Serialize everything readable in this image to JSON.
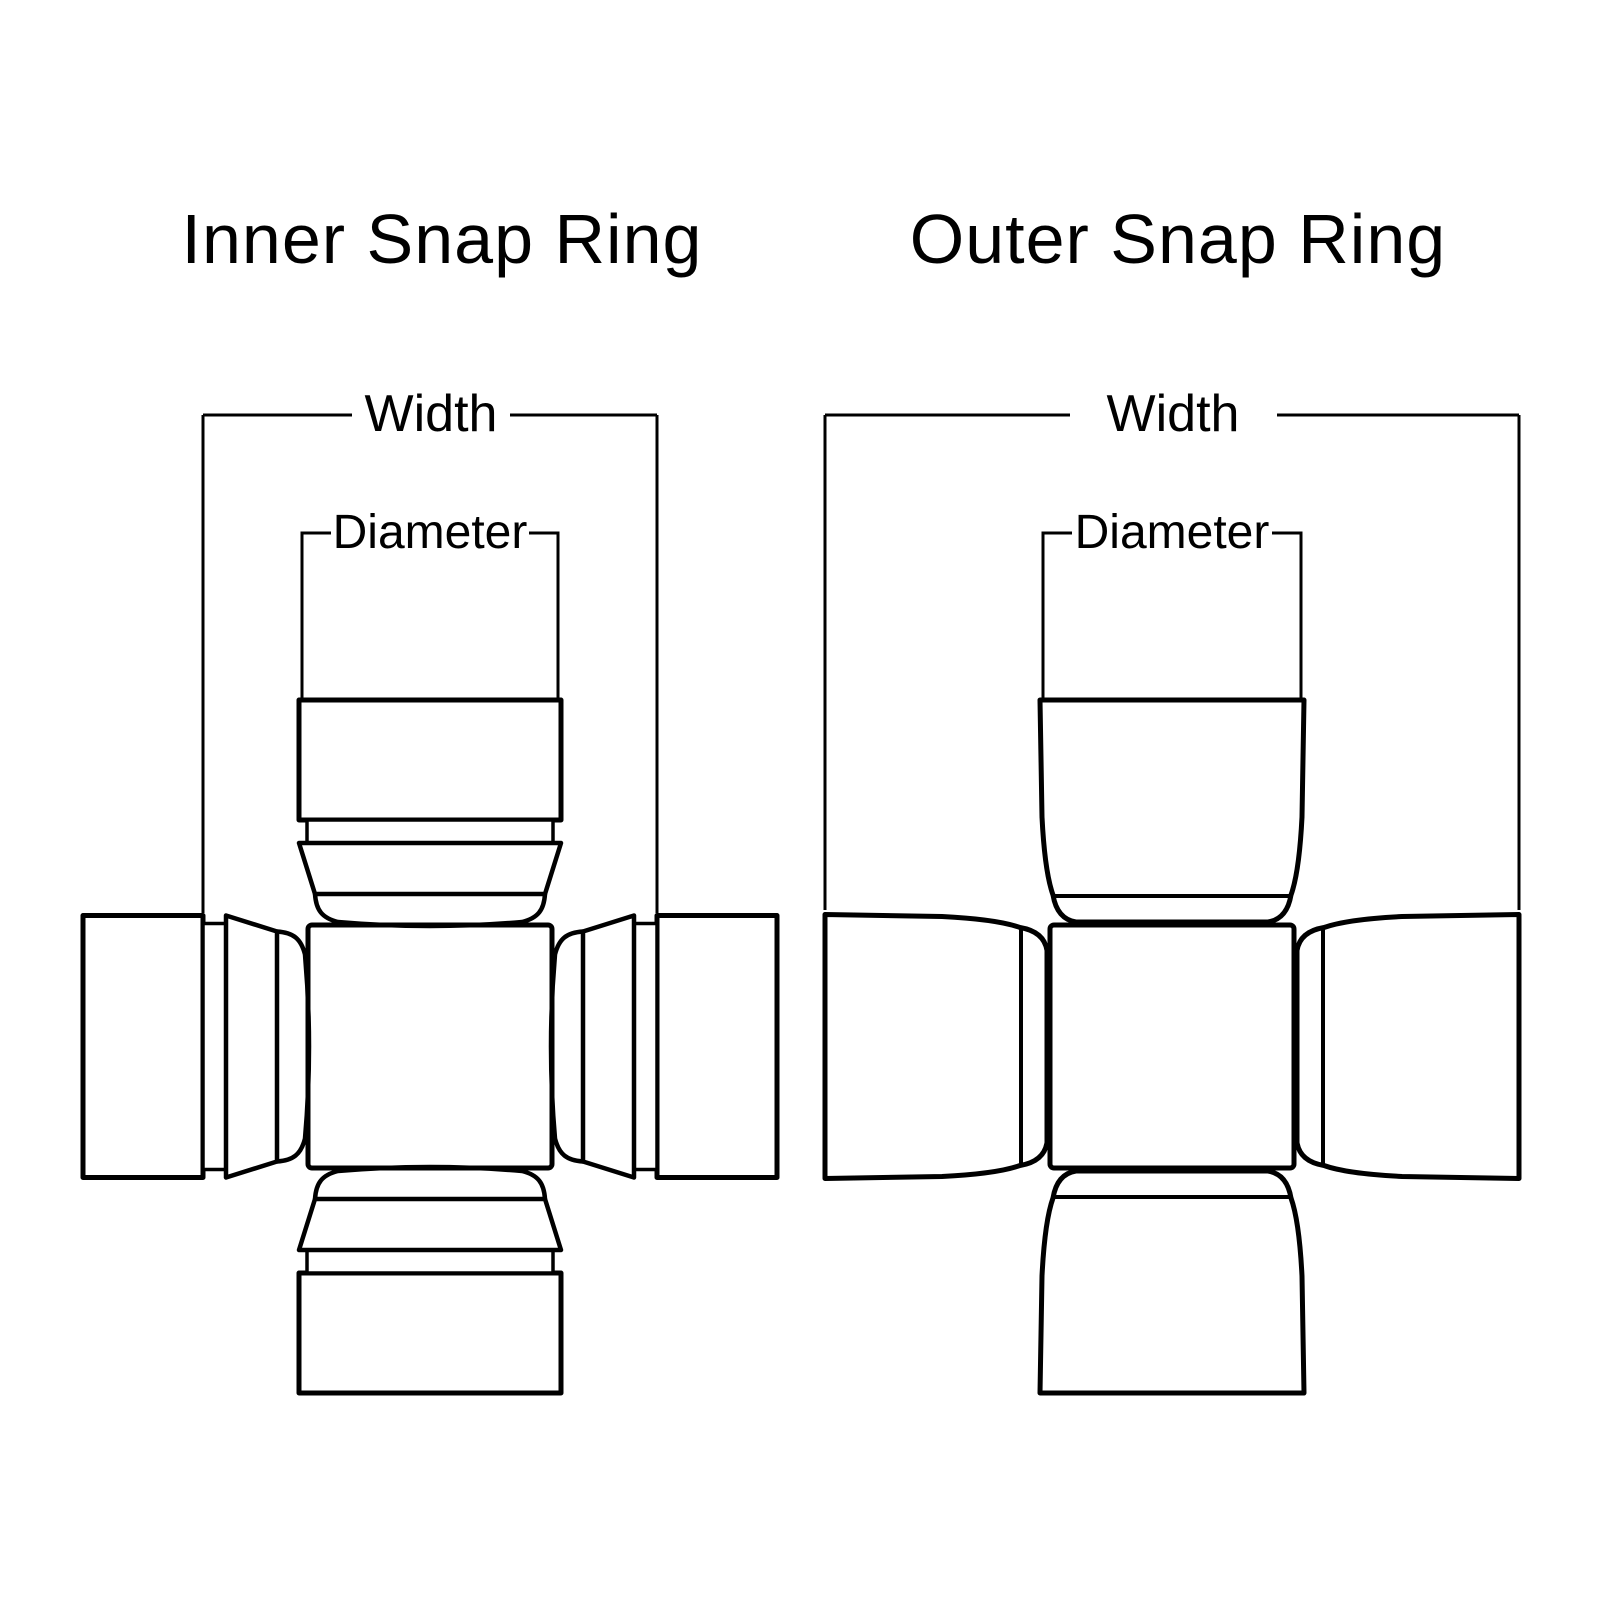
{
  "figure": {
    "background": "#ffffff",
    "line_color": "#000000"
  },
  "diagrams": [
    {
      "id": "inner-snap-ring",
      "title": "Inner Snap Ring",
      "dimensions": {
        "width_label": "Width",
        "diameter_label": "Diameter"
      }
    },
    {
      "id": "outer-snap-ring",
      "title": "Outer Snap Ring",
      "dimensions": {
        "width_label": "Width",
        "diameter_label": "Diameter"
      }
    }
  ]
}
